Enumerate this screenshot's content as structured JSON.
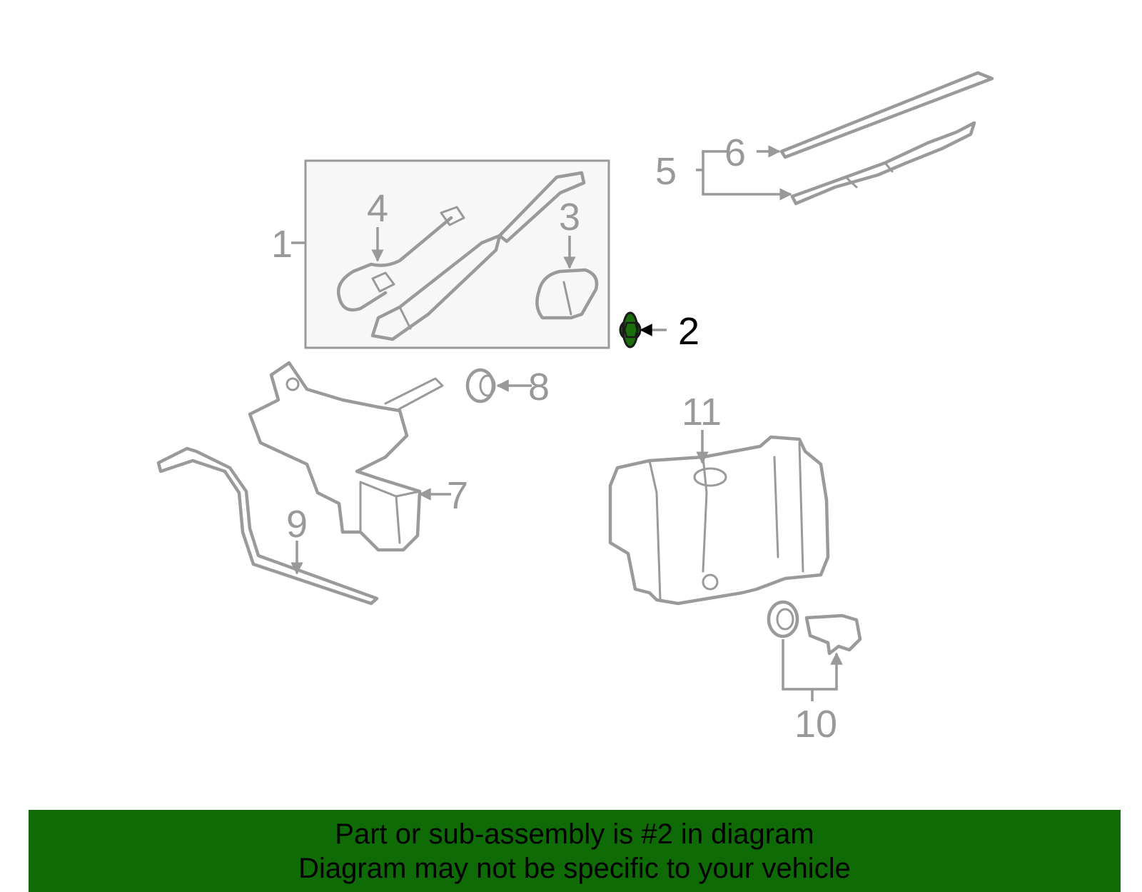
{
  "diagram": {
    "callouts": [
      {
        "id": "1",
        "label": "1"
      },
      {
        "id": "2",
        "label": "2"
      },
      {
        "id": "3",
        "label": "3"
      },
      {
        "id": "4",
        "label": "4"
      },
      {
        "id": "5",
        "label": "5"
      },
      {
        "id": "6",
        "label": "6"
      },
      {
        "id": "7",
        "label": "7"
      },
      {
        "id": "8",
        "label": "8"
      },
      {
        "id": "9",
        "label": "9"
      },
      {
        "id": "10",
        "label": "10"
      },
      {
        "id": "11",
        "label": "11"
      }
    ],
    "highlighted_part": "2"
  },
  "colors": {
    "part_stroke": "#9a9a9a",
    "highlight_fill": "#1a6e0b",
    "banner_bg": "#0f6b06",
    "box_bg": "#f7f7f7"
  },
  "banner": {
    "line1": "Part or sub-assembly is #2 in diagram",
    "line2": "Diagram may not be specific to your vehicle"
  }
}
